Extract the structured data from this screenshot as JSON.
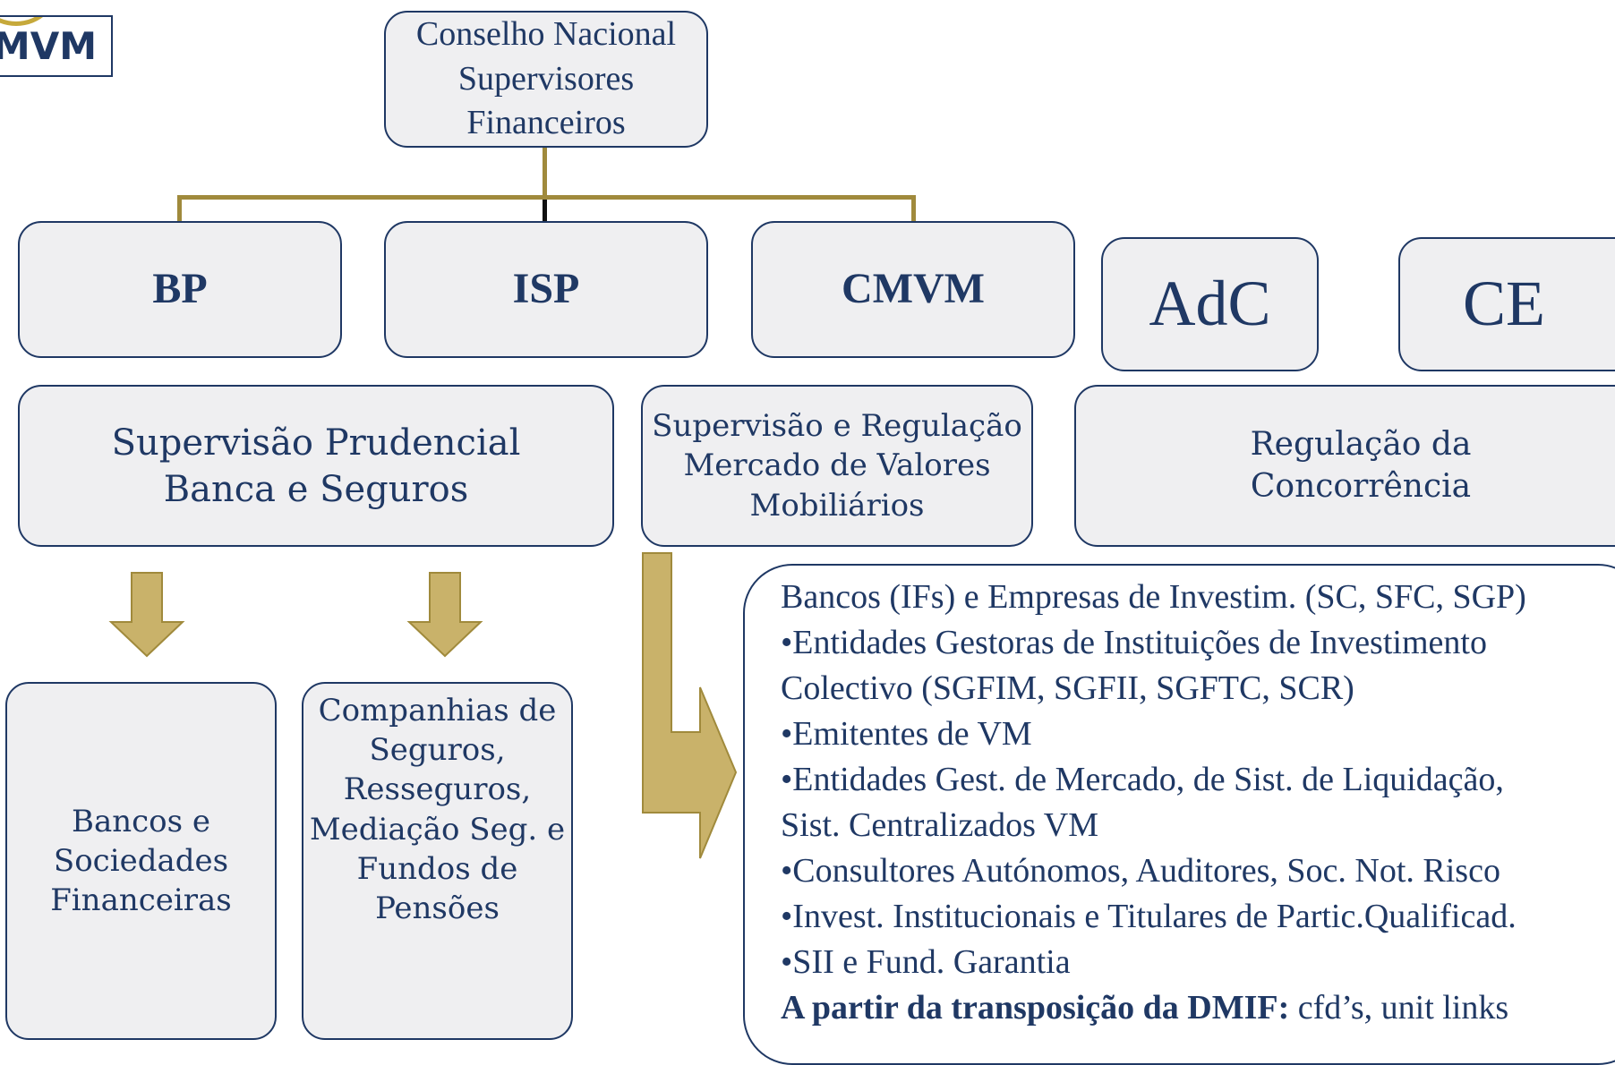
{
  "logo": {
    "text": "CMVM"
  },
  "top": {
    "label": "Conselho Nacional Supervisores Financeiros"
  },
  "regulators": [
    {
      "label": "BP"
    },
    {
      "label": "ISP"
    },
    {
      "label": "CMVM"
    },
    {
      "label": "AdC"
    },
    {
      "label": "CE"
    }
  ],
  "functions": {
    "prudential": "Supervisão Prudencial Banca e Seguros",
    "market": "Supervisão e Regulação Mercado de Valores Mobiliários",
    "competition": "Regulação da Concorrência"
  },
  "supervised": {
    "banks": "Bancos e Sociedades Financeiras",
    "insurance": "Companhias de Seguros, Resseguros, Mediação Seg. e Fundos de Pensões"
  },
  "list": {
    "items": [
      "Bancos (IFs) e Empresas de Investim. (SC, SFC, SGP)",
      "•Entidades Gestoras de Instituições de Investimento",
      "Colectivo (SGFIM, SGFII, SGFTC, SCR)",
      "•Emitentes de VM",
      "•Entidades Gest. de Mercado, de Sist. de Liquidação,",
      "Sist. Centralizados VM",
      "•Consultores Autónomos, Auditores, Soc. Not. Risco",
      "•Invest. Institucionais e Titulares de Partic.Qualificad.",
      "•SII e Fund. Garantia"
    ],
    "last_bold": "A partir da transposição da DMIF:",
    "last_rest": " cfd’s, unit links"
  },
  "colors": {
    "navy": "#1f3864",
    "gold": "#a08a3c",
    "arrow_fill": "#c9b26a",
    "box_fill": "#efeff1"
  }
}
